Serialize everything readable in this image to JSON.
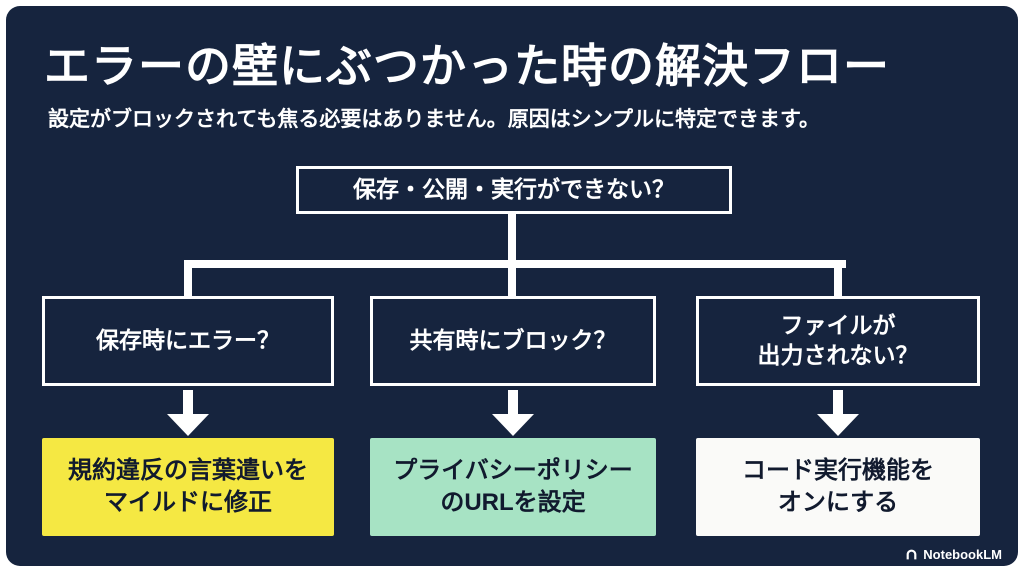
{
  "slide": {
    "title": "エラーの壁にぶつかった時の解決フロー",
    "subtitle": "設定がブロックされても焦る必要はありません。原因はシンプルに特定できます。",
    "root_question": "保存・公開・実行ができない？",
    "branches": [
      {
        "question": "保存時にエラー？",
        "answer": "規約違反の言葉遣いを\nマイルドに修正",
        "answer_bg": "#F5E843"
      },
      {
        "question": "共有時にブロック？",
        "answer": "プライバシーポリシー\nのURLを設定",
        "answer_bg": "#A7E3C4"
      },
      {
        "question": "ファイルが\n出力されない？",
        "answer": "コード実行機能を\nオンにする",
        "answer_bg": "#FAFAF8"
      }
    ],
    "branding": "NotebookLM",
    "colors": {
      "background": "#16243E",
      "line": "#FFFFFF",
      "answer_text": "#111A2E"
    }
  }
}
